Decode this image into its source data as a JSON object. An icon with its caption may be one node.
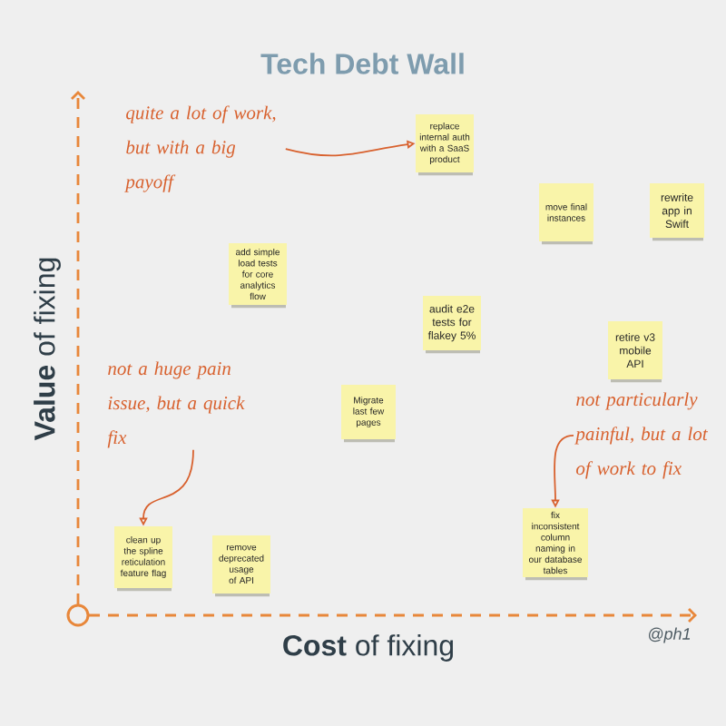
{
  "diagram": {
    "title": "Tech Debt Wall",
    "nodes": [
      {
        "text": [
          "quite a lot of work, but with a big payoff"
        ]
      },
      {
        "text": [
          "replace internal auth with a SaaS product"
        ]
      },
      {
        "text": [
          "move final instances"
        ]
      },
      {
        "text": [
          "rewrite app in Swift"
        ]
      },
      {
        "text": [
          "add simple load tests for core analytics flow"
        ]
      },
      {
        "text": [
          "audit e2e tests for flakey 5%"
        ]
      },
      {
        "text": [
          "retire v3 mobile API"
        ]
      },
      {
        "text": [
          "not a huge pain issue, but a quick fix"
        ]
      },
      {
        "text": [
          "Migrate last few pages"
        ]
      },
      {
        "text": [
          "not particularly painful, but a lot of work to fix"
        ]
      },
      {
        "text": [
          "fix inconsistent column naming in our database tables"
        ]
      },
      {
        "text": [
          "clean up the spline reticulation feature flag"
        ]
      },
      {
        "text": [
          "remove deprecated usage of API"
        ]
      }
    ],
    "edges": [
      {
        "from": 0,
        "to": 1,
        "arrow": "to"
      },
      {
        "from": 7,
        "to": 11,
        "arrow": "to"
      },
      {
        "from": 9,
        "to": 10,
        "arrow": "to"
      }
    ],
    "labels": [
      "**Value** of fixing",
      "**Cost** of fixing",
      "@ph1"
    ]
  }
}
